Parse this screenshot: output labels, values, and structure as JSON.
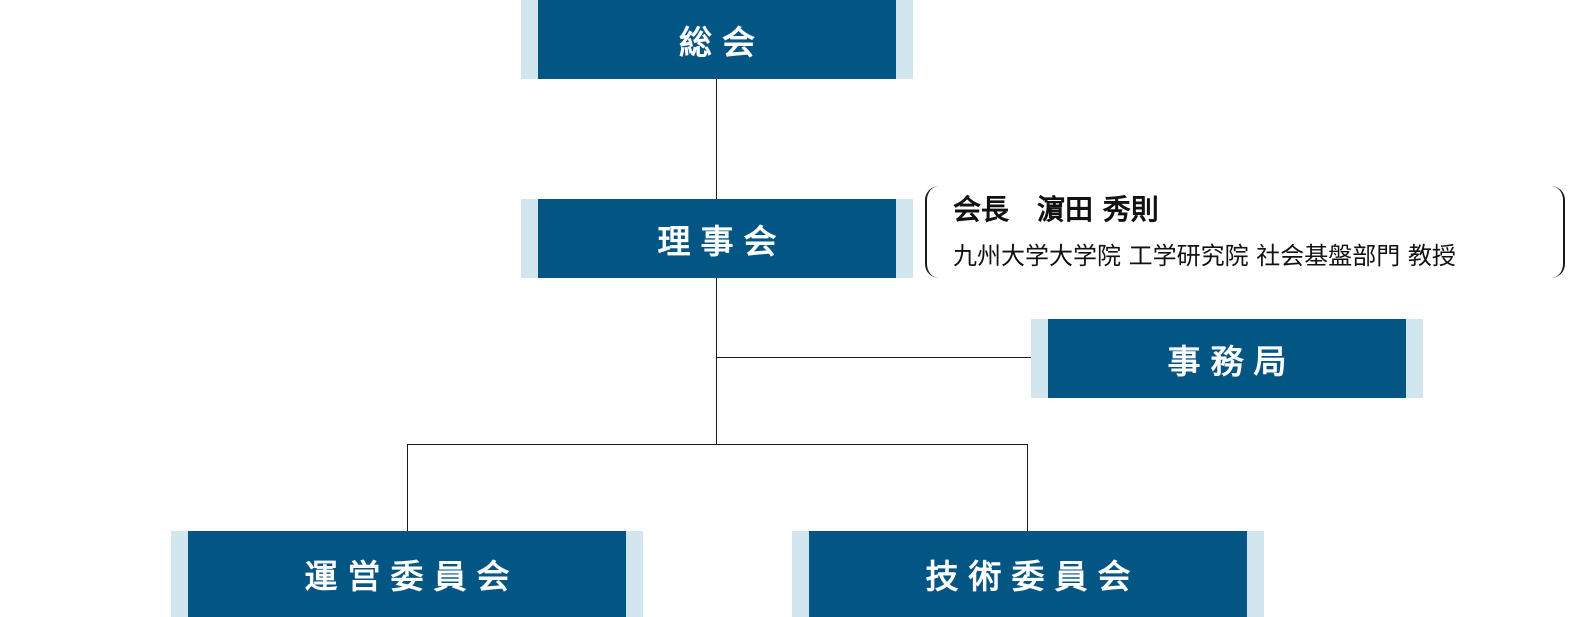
{
  "diagram": {
    "nodes": {
      "general_meeting": "総会",
      "board": "理事会",
      "secretariat": "事務局",
      "steering_committee": "運営委員会",
      "technical_committee": "技術委員会"
    },
    "board_chair": {
      "name_line": "会長　濵田 秀則",
      "affiliation_line": "九州大学大学院 工学研究院 社会基盤部門 教授"
    },
    "colors": {
      "box_fill": "#035584",
      "box_edge": "#d2e6f0",
      "box_text": "#ffffff",
      "connector": "#1a1a1a"
    },
    "edges": [
      [
        "general_meeting",
        "board"
      ],
      [
        "board",
        "secretariat"
      ],
      [
        "board",
        "steering_committee"
      ],
      [
        "board",
        "technical_committee"
      ]
    ]
  }
}
